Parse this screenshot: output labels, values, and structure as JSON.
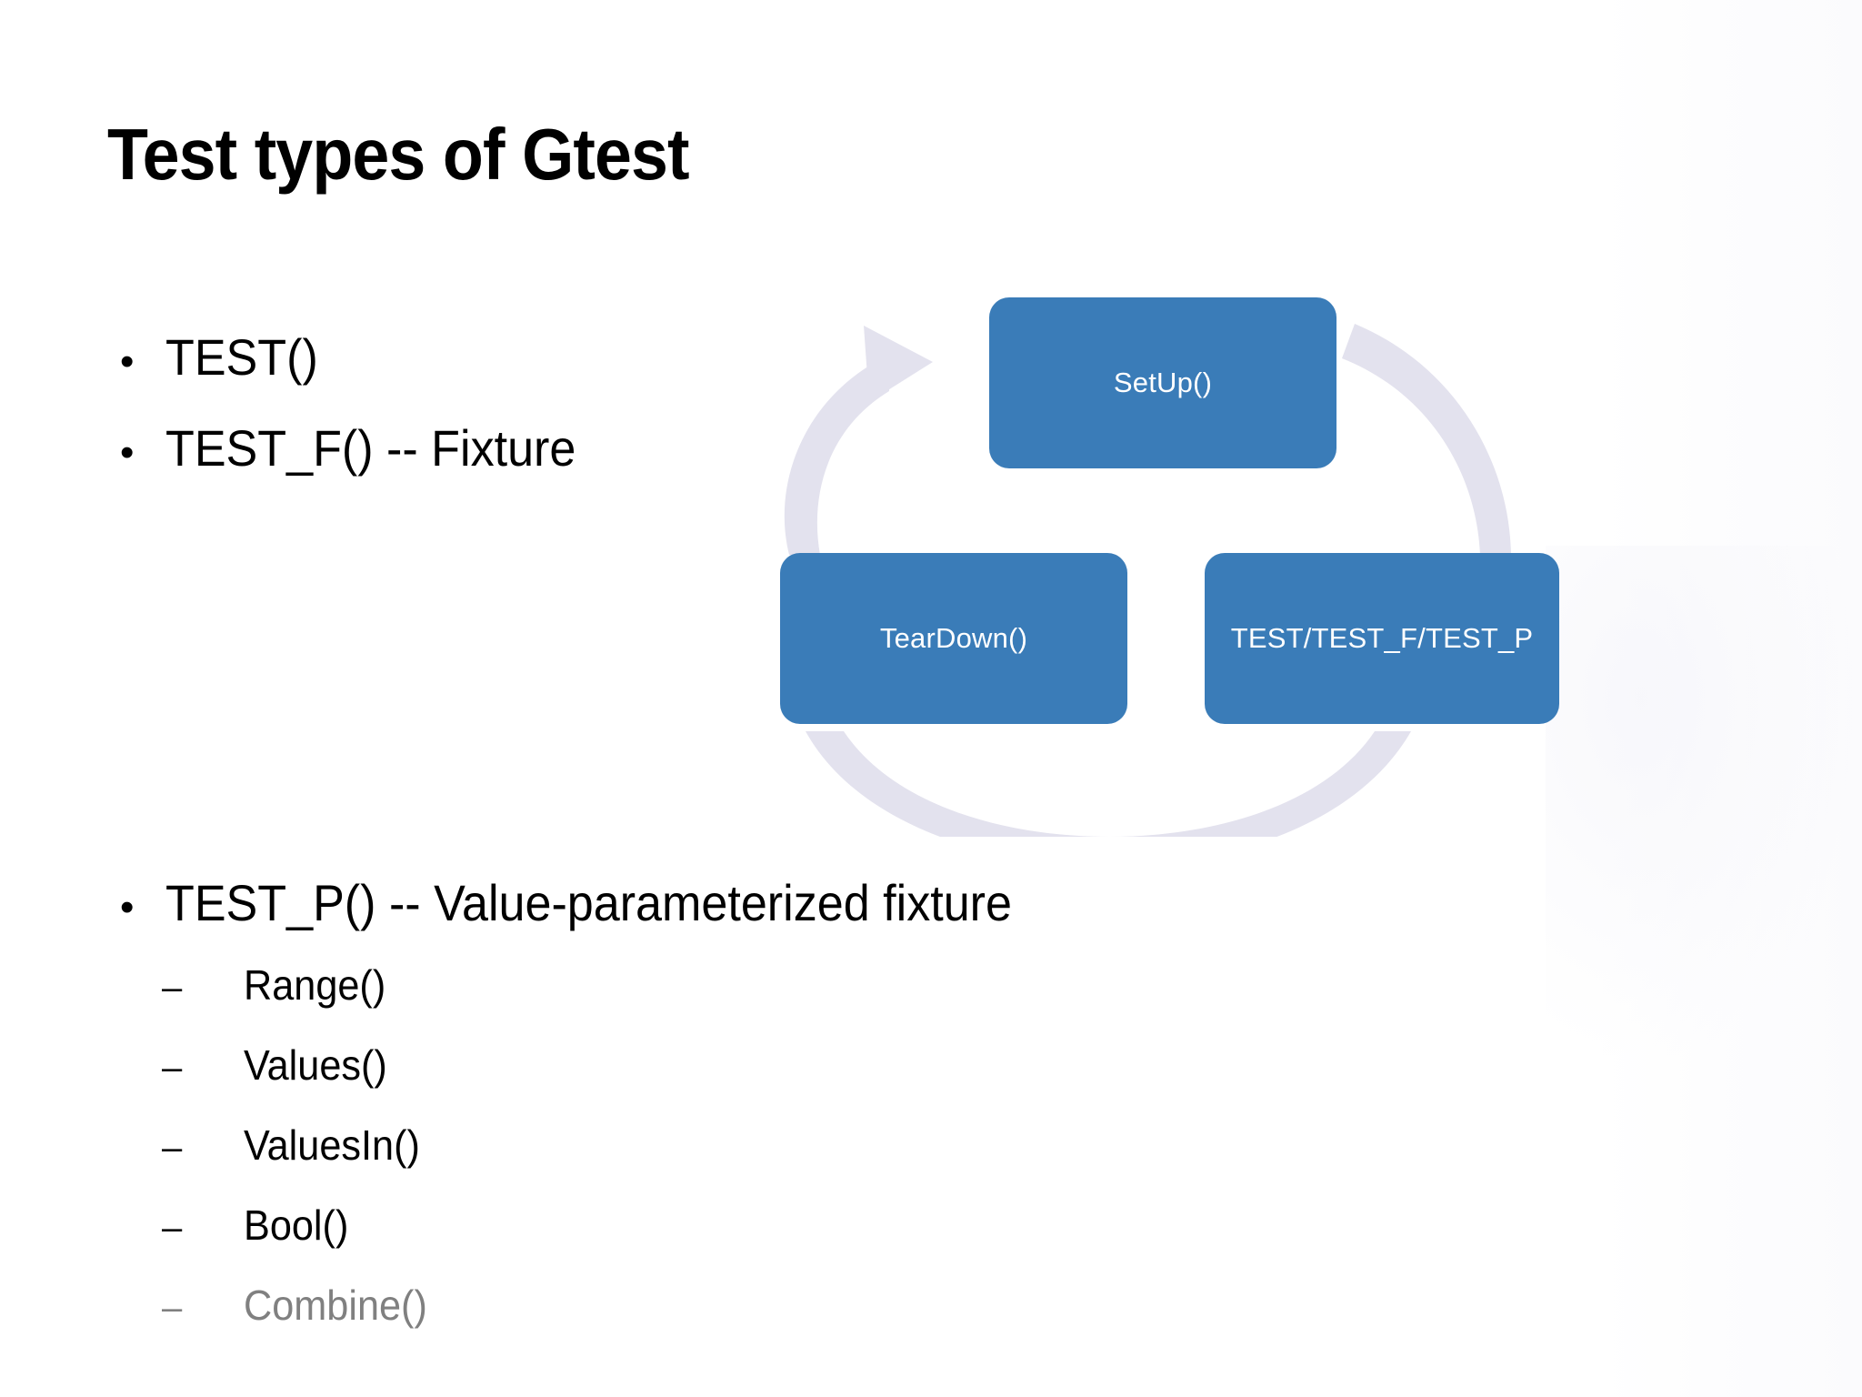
{
  "slide": {
    "title": "Test types of Gtest",
    "background_color": "#ffffff"
  },
  "top_bullets": [
    {
      "marker": "•",
      "text": "TEST()"
    },
    {
      "marker": "•",
      "text": "TEST_F()  -- Fixture"
    }
  ],
  "bottom_bullet": {
    "marker": "•",
    "text": "TEST_P()  -- Value-parameterized fixture"
  },
  "sub_bullets": [
    {
      "marker": "–",
      "text": "Range()",
      "color": "#000000"
    },
    {
      "marker": "–",
      "text": "Values()",
      "color": "#000000"
    },
    {
      "marker": "–",
      "text": "ValuesIn()",
      "color": "#000000"
    },
    {
      "marker": "–",
      "text": "Bool()",
      "color": "#000000"
    },
    {
      "marker": "–",
      "text": "Combine()",
      "color": "#808080"
    }
  ],
  "diagram": {
    "type": "cycle",
    "node_fill": "#3a7cb8",
    "node_text_color": "#ffffff",
    "arrow_color": "#e3e2ee",
    "nodes": [
      {
        "id": "setup",
        "label": "SetUp()"
      },
      {
        "id": "test",
        "label": "TEST/TEST_F/TEST_P"
      },
      {
        "id": "teardown",
        "label": "TearDown()"
      }
    ],
    "arrows": [
      {
        "from": "setup",
        "to": "test"
      },
      {
        "from": "test",
        "to": "teardown"
      },
      {
        "from": "teardown",
        "to": "setup"
      }
    ]
  }
}
